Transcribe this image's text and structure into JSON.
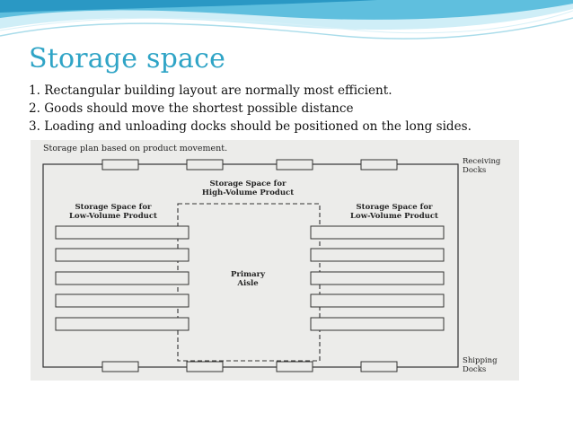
{
  "slide": {
    "title": "Storage space",
    "points": [
      "1. Rectangular building layout are normally most efficient.",
      "2. Goods should move the shortest possible distance",
      "3. Loading and unloading docks should be positioned on the long sides."
    ]
  },
  "figure": {
    "caption": "Storage plan based on product movement.",
    "receiving_line1": "Receiving",
    "receiving_line2": "Docks",
    "shipping_line1": "Shipping",
    "shipping_line2": "Docks",
    "high_line1": "Storage Space for",
    "high_line2": "High-Volume Product",
    "low_left_line1": "Storage Space for",
    "low_left_line2": "Low-Volume Product",
    "low_right_line1": "Storage Space for",
    "low_right_line2": "Low-Volume Product",
    "aisle_line1": "Primary",
    "aisle_line2": "Aisle"
  },
  "colors": {
    "title": "#2fa4c6",
    "wave_dark": "#3aa9cf",
    "wave_light": "#bfe6f2"
  }
}
